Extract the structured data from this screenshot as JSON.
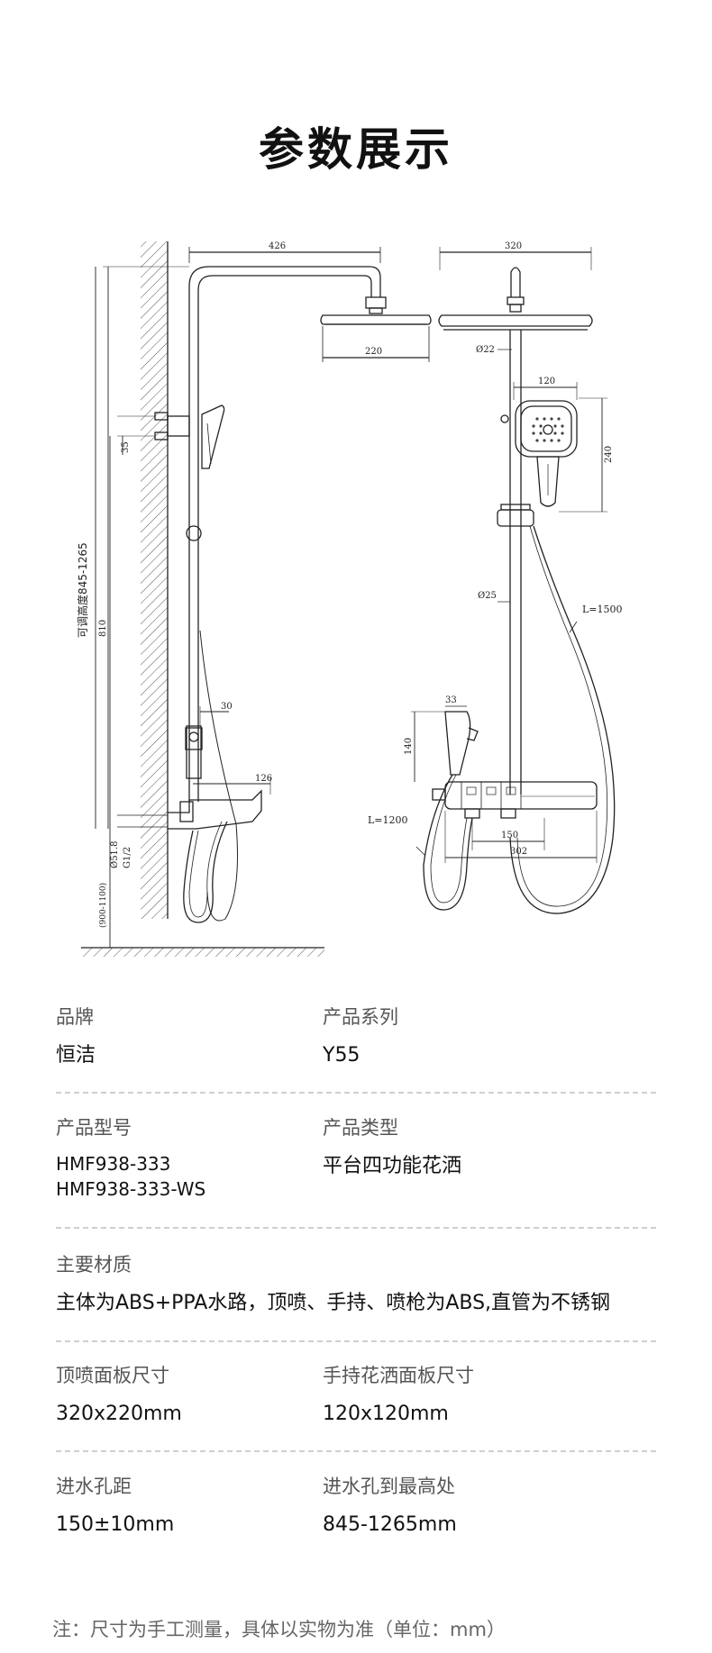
{
  "title": "参数展示",
  "drawing": {
    "left_labels": {
      "arm_length": "426",
      "head_width_side": "220",
      "dim_35": "35",
      "height_range": "可调高度845-1265",
      "dim_810": "810",
      "dim_30": "30",
      "dim_126": "126",
      "pipe_dia": "Ø51.8",
      "thread": "G1/2",
      "inlet_height": "(900-1100)"
    },
    "right_labels": {
      "head_width_front": "320",
      "top_dia": "Ø22",
      "hand_width": "120",
      "hand_height": "240",
      "rod_dia": "Ø25",
      "hose_long": "L=1500",
      "spray_width": "33",
      "spray_height": "140",
      "hose_short": "L=1200",
      "center_dist": "150",
      "panel_width": "302"
    }
  },
  "specs": [
    {
      "left": {
        "label": "品牌",
        "value": "恒洁"
      },
      "right": {
        "label": "产品系列",
        "value": "Y55"
      }
    },
    {
      "left": {
        "label": "产品型号",
        "value_lines": [
          "HMF938-333",
          "HMF938-333-WS"
        ]
      },
      "right": {
        "label": "产品类型",
        "value": "平台四功能花洒"
      }
    },
    {
      "full": {
        "label": "主要材质",
        "value": "主体为ABS+PPA水路，顶喷、手持、喷枪为ABS,直管为不锈钢"
      }
    },
    {
      "left": {
        "label": "顶喷面板尺寸",
        "value": "320x220mm"
      },
      "right": {
        "label": "手持花洒面板尺寸",
        "value": "120x120mm"
      }
    },
    {
      "left": {
        "label": "进水孔距",
        "value": "150±10mm"
      },
      "right": {
        "label": "进水孔到最高处",
        "value": "845-1265mm"
      }
    }
  ],
  "note": "注：尺寸为手工测量，具体以实物为准（单位：mm）"
}
